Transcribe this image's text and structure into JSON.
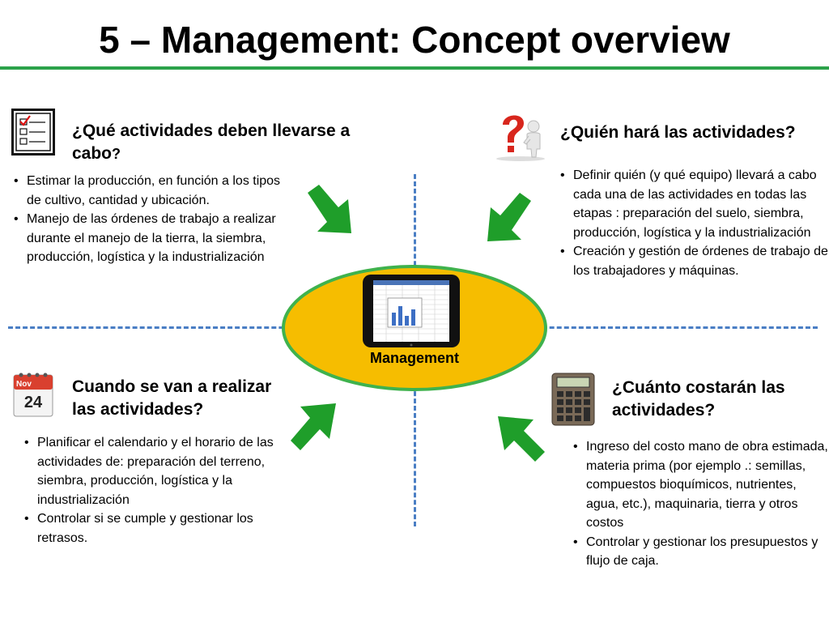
{
  "title": "5 – Management: Concept overview",
  "colors": {
    "accent_green": "#2ca24a",
    "arrow_green": "#1f9e2a",
    "divider_blue": "#4a7ec4",
    "oval_fill": "#f6bd00",
    "oval_border": "#3fb24d"
  },
  "center": {
    "label": "Management",
    "icon": "spreadsheet-screen-icon"
  },
  "quadrants": {
    "top_left": {
      "icon": "checklist-icon",
      "question_main": "¿Qué actividades deben llevarse a cabo",
      "question_mark": "?",
      "bullets": [
        "Estimar la producción, en función a los tipos de cultivo, cantidad y ubicación.",
        "Manejo de las órdenes de trabajo a realizar durante el manejo de la tierra, la siembra, producción, logística y la industrialización"
      ]
    },
    "top_right": {
      "icon": "question-person-icon",
      "question": "¿Quién hará las actividades?",
      "bullets": [
        "Definir quién (y qué equipo) llevará a cabo cada una de las actividades en todas las etapas : preparación del suelo, siembra, producción, logística y la industrialización",
        "Creación y gestión de órdenes de trabajo de los trabajadores y máquinas."
      ]
    },
    "bottom_left": {
      "icon": "calendar-icon",
      "calendar_month": "Nov",
      "calendar_day": "24",
      "question": "Cuando se van a realizar las actividades?",
      "bullets": [
        "Planificar el calendario y el horario de las actividades de:  preparación del terreno, siembra, producción, logística y la industrialización",
        "Controlar si se cumple y gestionar los retrasos."
      ]
    },
    "bottom_right": {
      "icon": "calculator-icon",
      "question": "¿Cuánto costarán las actividades?",
      "bullets": [
        "Ingreso del costo mano de obra estimada, materia prima (por ejemplo .: semillas, compuestos bioquímicos, nutrientes, agua, etc.), maquinaria, tierra y otros costos",
        "Controlar y gestionar los presupuestos y flujo de caja."
      ]
    }
  }
}
